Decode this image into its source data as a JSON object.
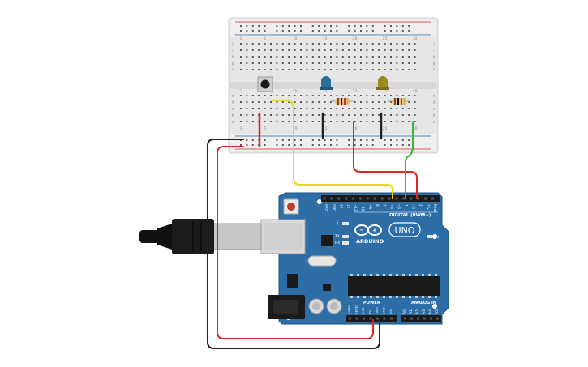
{
  "board": {
    "brand": "ARDUINO",
    "model": "UNO",
    "digital_header": "DIGITAL (PWM~)",
    "analog_header": "ANALOG IN",
    "power_header": "POWER",
    "on_label": "ON",
    "l_label": "L",
    "tx_label": "TX",
    "rx_label": "RX",
    "digital_pins": [
      "AREF",
      "GND",
      "13",
      "12",
      "~11",
      "~10",
      "~9",
      "8",
      "7",
      "~6",
      "~5",
      "4",
      "~3",
      "2",
      "TX▸1",
      "RX◂0"
    ],
    "power_pins": [
      "IOREF",
      "RESET",
      "3.3V",
      "5V",
      "GND",
      "GND",
      "Vin"
    ],
    "analog_pins": [
      "A0",
      "A1",
      "A2",
      "A3",
      "A4",
      "A5"
    ]
  },
  "breadboard": {
    "row_letters_top": [
      "j",
      "i",
      "h",
      "g",
      "f"
    ],
    "row_letters_bottom": [
      "e",
      "d",
      "c",
      "b",
      "a"
    ],
    "columns": [
      "1",
      "",
      "",
      "",
      "5",
      "",
      "",
      "",
      "",
      "10",
      "",
      "",
      "",
      "",
      "15",
      "",
      "",
      "",
      "",
      "20",
      "",
      "",
      "",
      "",
      "25",
      "",
      "",
      "",
      "",
      "30"
    ]
  },
  "colors": {
    "board": "#2d6ea7",
    "wire_red": "#e02424",
    "wire_black": "#222222",
    "wire_yellow": "#f2d21b",
    "wire_green": "#3cb43c",
    "led_blue": "#2a6f97",
    "led_yellow": "#9a8a1e"
  }
}
